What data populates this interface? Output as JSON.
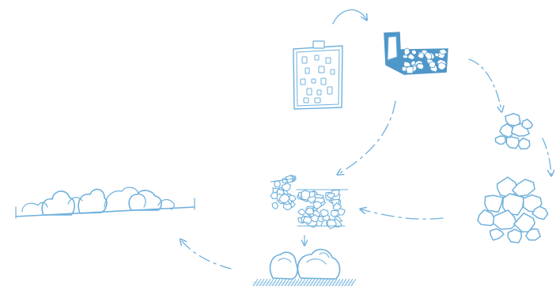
{
  "diagram": {
    "ink_color": "#6fb0dc",
    "ink_dark": "#4f97c9",
    "ink_fill": "#e9f3fa",
    "nodes": [
      {
        "name": "building-plan-sketch",
        "icon": "site-plan-icon"
      },
      {
        "name": "l-shaped-rubble-block",
        "icon": "rubble-block-icon"
      },
      {
        "name": "small-rock-pile",
        "icon": "rock-pile-icon"
      },
      {
        "name": "large-rock-pile",
        "icon": "boulder-pile-icon"
      },
      {
        "name": "gabion-cluster",
        "icon": "gabion-icon"
      },
      {
        "name": "planted-bushes",
        "icon": "shrub-icon"
      },
      {
        "name": "hedge-landscape",
        "icon": "hedge-icon"
      }
    ],
    "flow": [
      "top-loop-arrow",
      "block-to-small-pile-arrow",
      "small-to-large-pile-arrow",
      "large-pile-to-gabion-arrow",
      "plan-to-gabion-arrow",
      "gabion-to-bushes-arrow",
      "bushes-to-hedge-arrow"
    ]
  }
}
